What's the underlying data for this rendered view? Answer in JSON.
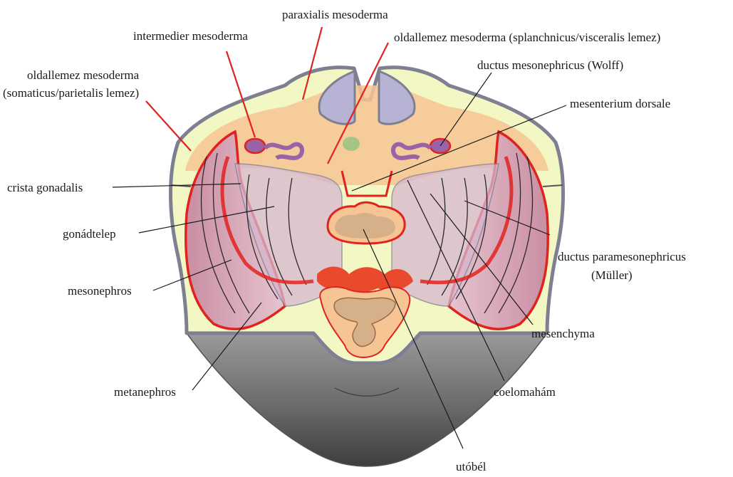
{
  "labels": {
    "paraxialis": "paraxialis mesoderma",
    "intermedier": "intermedier mesoderma",
    "oldallemez_splanch": "oldallemez mesoderma (splanchnicus/visceralis lemez)",
    "oldallemez_somat_line1": "oldallemez mesoderma",
    "oldallemez_somat_line2": "(somaticus/parietalis lemez)",
    "ductus_mesonephricus": "ductus mesonephricus (Wolff)",
    "mesenterium": "mesenterium dorsale",
    "crista": "crista gonadalis",
    "gonadtelep": "gonádtelep",
    "paramesonephricus_line1": "ductus paramesonephricus",
    "paramesonephricus_line2": "(Müller)",
    "mesonephros": "mesonephros",
    "mesenchyma": "mesenchyma",
    "metanephros": "metanephros",
    "coelomaham": "coelomahám",
    "utobel": "utóbél"
  },
  "colors": {
    "red_leader": "#e0231f",
    "dark_leader": "#1a1a1a",
    "body_fill": "#f2f7c3",
    "outline": "#7e8092",
    "paraxial": "#f7c494",
    "cavity": "#d9a9b6",
    "neural": "#b7b3d4",
    "tissue_red": "#e94a2c",
    "gut": "#d6b089",
    "mesonephric_duct": "#9a63a8",
    "tail": "#6f6f6f"
  }
}
